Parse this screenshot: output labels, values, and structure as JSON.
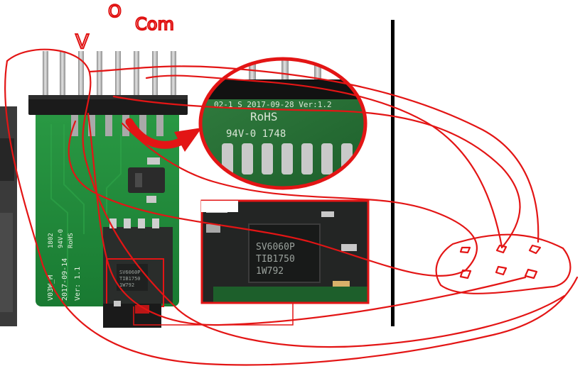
{
  "board_silkscreen": {
    "model": "V03W_M",
    "date": "2017-09-14",
    "version": "Ver: 1.1",
    "rating": "94V-0",
    "rohs": "RoHS",
    "code": "1802"
  },
  "zoom_connector": {
    "header_line": "02-1 S  2017-09-28 Ver:1.2",
    "rohs": "RoHS",
    "rating_line": "94V-0 1748"
  },
  "zoom_chip": {
    "line1": "SV6060P",
    "line2": "TIB1750",
    "line3": "1W792"
  },
  "small_chip": {
    "line1": "SV6060P",
    "line2": "TIB1750",
    "line3": "1W792"
  },
  "handwriting": {
    "marks": [
      "V",
      "O",
      "Com"
    ]
  },
  "colors": {
    "pcb_green": "#1f8a3a",
    "annotation_red": "#e31515",
    "metal_pin": "#b9b9b9",
    "header_black": "#1b1b1b",
    "chip_black": "#252626",
    "divider_black": "#000000"
  }
}
